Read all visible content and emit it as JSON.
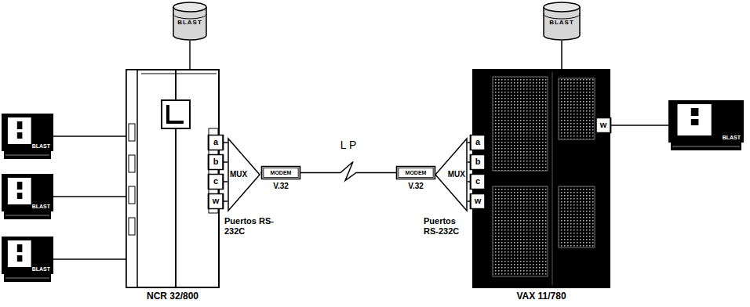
{
  "diagram": {
    "nodes": [
      {
        "text": [
          "BLAST"
        ]
      },
      {
        "text": [
          "BLAST"
        ]
      },
      {
        "text": [
          "BLAST"
        ]
      },
      {
        "text": [
          "BLAST"
        ]
      },
      {
        "text": [
          "BLAST"
        ]
      },
      {
        "text": [
          "NCR 32/800"
        ]
      },
      {
        "text": [
          "a"
        ],
        "in": 5
      },
      {
        "text": [
          "b"
        ],
        "in": 5
      },
      {
        "text": [
          "c"
        ],
        "in": 5
      },
      {
        "text": [
          "w"
        ],
        "in": 5
      },
      {
        "text": [
          "MUX"
        ]
      },
      {
        "text": [
          "MODEM",
          "V.32"
        ]
      },
      {
        "text": [
          "MODEM",
          "V.32"
        ]
      },
      {
        "text": [
          "MUX"
        ]
      },
      {
        "text": [
          "VAX 11/780"
        ]
      },
      {
        "text": [
          "a"
        ],
        "in": 14
      },
      {
        "text": [
          "b"
        ],
        "in": 14
      },
      {
        "text": [
          "c"
        ],
        "in": 14
      },
      {
        "text": [
          "w"
        ],
        "in": 14
      },
      {
        "text": [
          "w"
        ],
        "in": 14
      },
      {
        "text": [
          "BLAST"
        ]
      }
    ],
    "edges": [
      {
        "from": 0,
        "to": 5,
        "arrow": "none"
      },
      {
        "from": 1,
        "to": 14,
        "arrow": "none"
      },
      {
        "from": 2,
        "to": 5,
        "arrow": "none"
      },
      {
        "from": 3,
        "to": 5,
        "arrow": "none"
      },
      {
        "from": 4,
        "to": 5,
        "arrow": "none"
      },
      {
        "from": 6,
        "to": 10,
        "arrow": "none"
      },
      {
        "from": 7,
        "to": 10,
        "arrow": "none"
      },
      {
        "from": 8,
        "to": 10,
        "arrow": "none"
      },
      {
        "from": 9,
        "to": 10,
        "arrow": "none"
      },
      {
        "from": 10,
        "to": 11,
        "arrow": "none"
      },
      {
        "from": 11,
        "to": 12,
        "label": "L P",
        "arrow": "none"
      },
      {
        "from": 12,
        "to": 13,
        "arrow": "none"
      },
      {
        "from": 13,
        "to": 15,
        "arrow": "none"
      },
      {
        "from": 13,
        "to": 16,
        "arrow": "none"
      },
      {
        "from": 13,
        "to": 17,
        "arrow": "none"
      },
      {
        "from": 13,
        "to": 18,
        "arrow": "none"
      },
      {
        "from": 19,
        "to": 20,
        "arrow": "none"
      }
    ],
    "labels": [
      "Puertos RS-232C",
      "Puertos RS-232C"
    ]
  }
}
